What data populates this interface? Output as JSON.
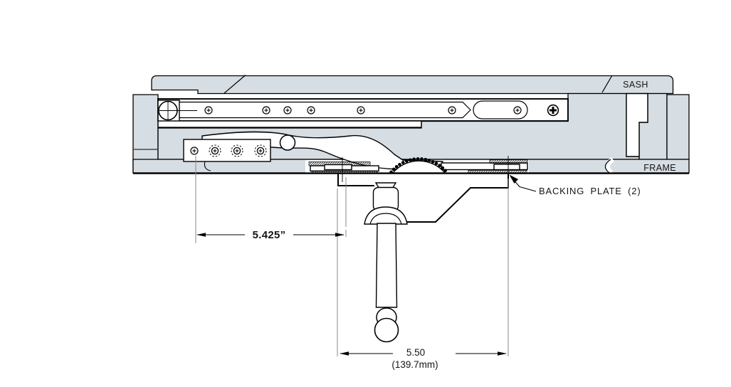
{
  "labels": {
    "sash": "SASH",
    "frame": "FRAME",
    "backing_plate": "BACKING PLATE (2)"
  },
  "dimensions": {
    "upper": {
      "value": "5.425”"
    },
    "lower": {
      "value": "5.50",
      "metric": "(139.7mm)"
    }
  },
  "colors": {
    "material_fill": "#d6dde3",
    "outline": "#000000",
    "background": "#ffffff"
  }
}
